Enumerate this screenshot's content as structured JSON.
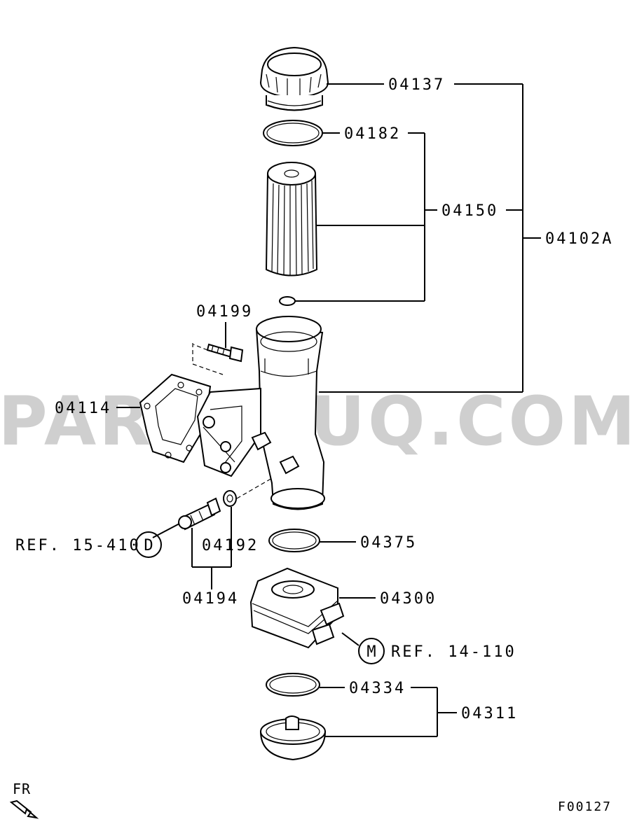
{
  "watermark": "PARTSOUQ.COM",
  "labels": {
    "p04137": "04137",
    "p04182": "04182",
    "p04150": "04150",
    "p04102A": "04102A",
    "p04199": "04199",
    "p04114": "04114",
    "p04192": "04192",
    "p04194": "04194",
    "p04375": "04375",
    "p04300": "04300",
    "p04334": "04334",
    "p04311": "04311"
  },
  "refs": {
    "d": {
      "marker": "D",
      "text": "REF. 15-410"
    },
    "m": {
      "marker": "M",
      "text": "REF. 14-110"
    }
  },
  "direction": "FR",
  "figure_code": "F00127"
}
